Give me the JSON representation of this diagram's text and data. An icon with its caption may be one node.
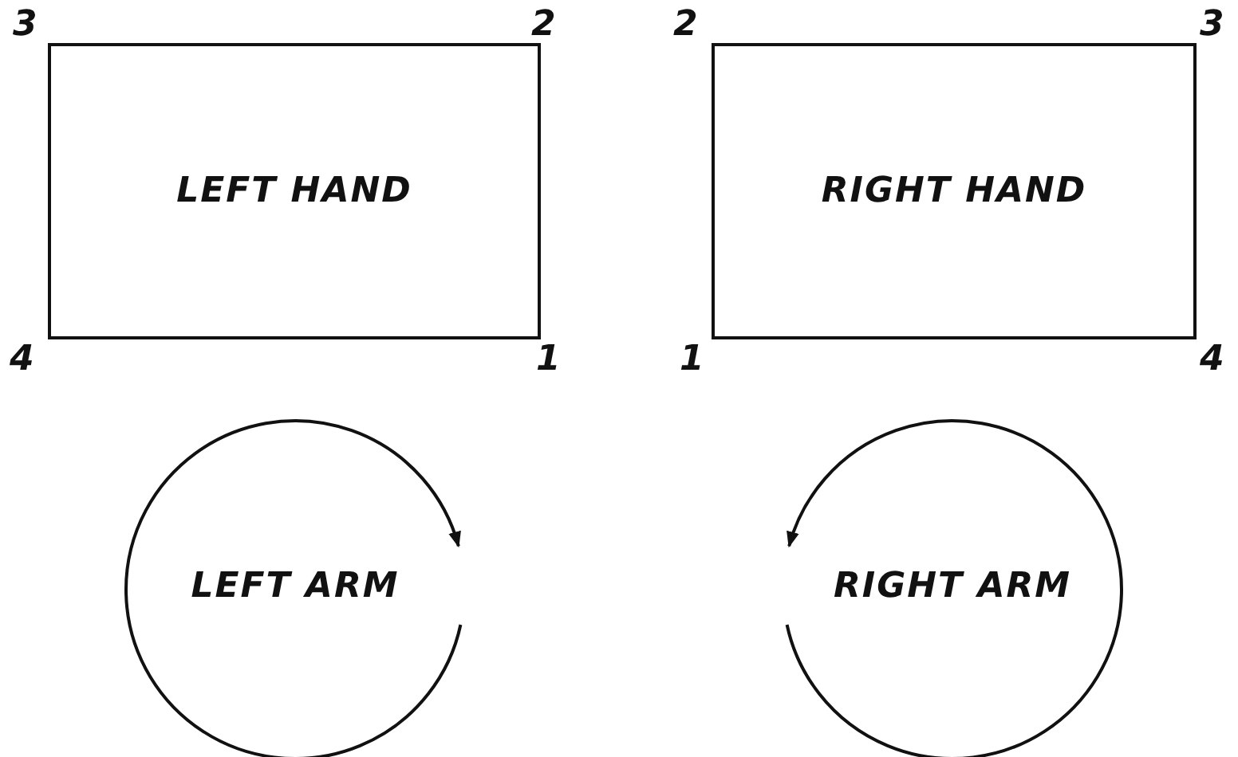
{
  "diagram": {
    "nodes": [
      {
        "text": [
          "LEFT HAND"
        ]
      },
      {
        "text": [
          "RIGHT HAND"
        ]
      },
      {
        "text": [
          "LEFT ARM"
        ]
      },
      {
        "text": [
          "RIGHT ARM"
        ]
      }
    ],
    "labels": [
      "3",
      "2",
      "2",
      "3",
      "4",
      "1",
      "1",
      "4"
    ]
  }
}
